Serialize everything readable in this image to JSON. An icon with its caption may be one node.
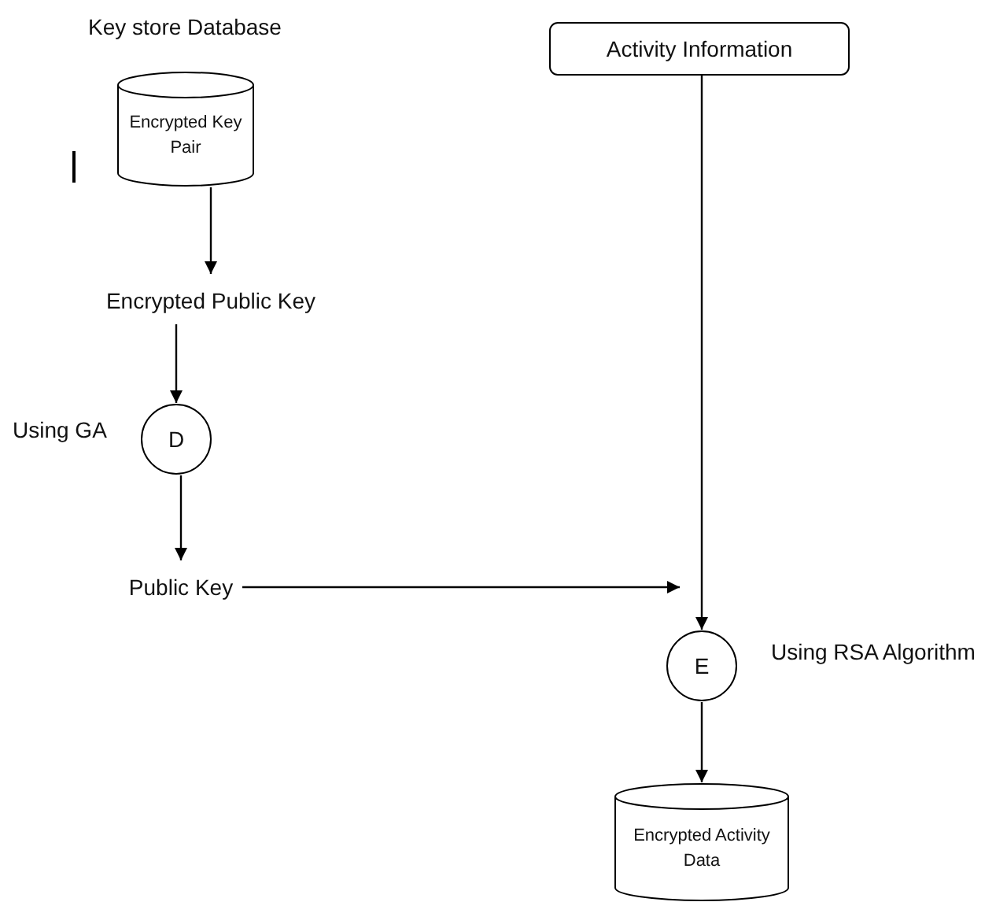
{
  "diagram": {
    "nodes": [
      {
        "text": [
          "Key store Database",
          "Encrypted Key Pair"
        ]
      },
      {
        "text": [
          "Encrypted Public Key"
        ]
      },
      {
        "text": [
          "D"
        ],
        "beside": [
          "Using GA"
        ]
      },
      {
        "text": [
          "Public Key"
        ]
      },
      {
        "text": [
          "Activity Information"
        ]
      },
      {
        "text": [
          "E"
        ],
        "beside": [
          "Using RSA Algorithm"
        ]
      },
      {
        "text": [
          "Encrypted Activity Data"
        ]
      }
    ],
    "edges": [
      {
        "from": 0,
        "to": 1,
        "arrow": "to"
      },
      {
        "from": 1,
        "to": 2,
        "arrow": "to"
      },
      {
        "from": 2,
        "to": 3,
        "arrow": "to"
      },
      {
        "from": 3,
        "to": 5,
        "arrow": "to"
      },
      {
        "from": 4,
        "to": 5,
        "arrow": "to"
      },
      {
        "from": 5,
        "to": 6,
        "arrow": "to"
      }
    ]
  }
}
